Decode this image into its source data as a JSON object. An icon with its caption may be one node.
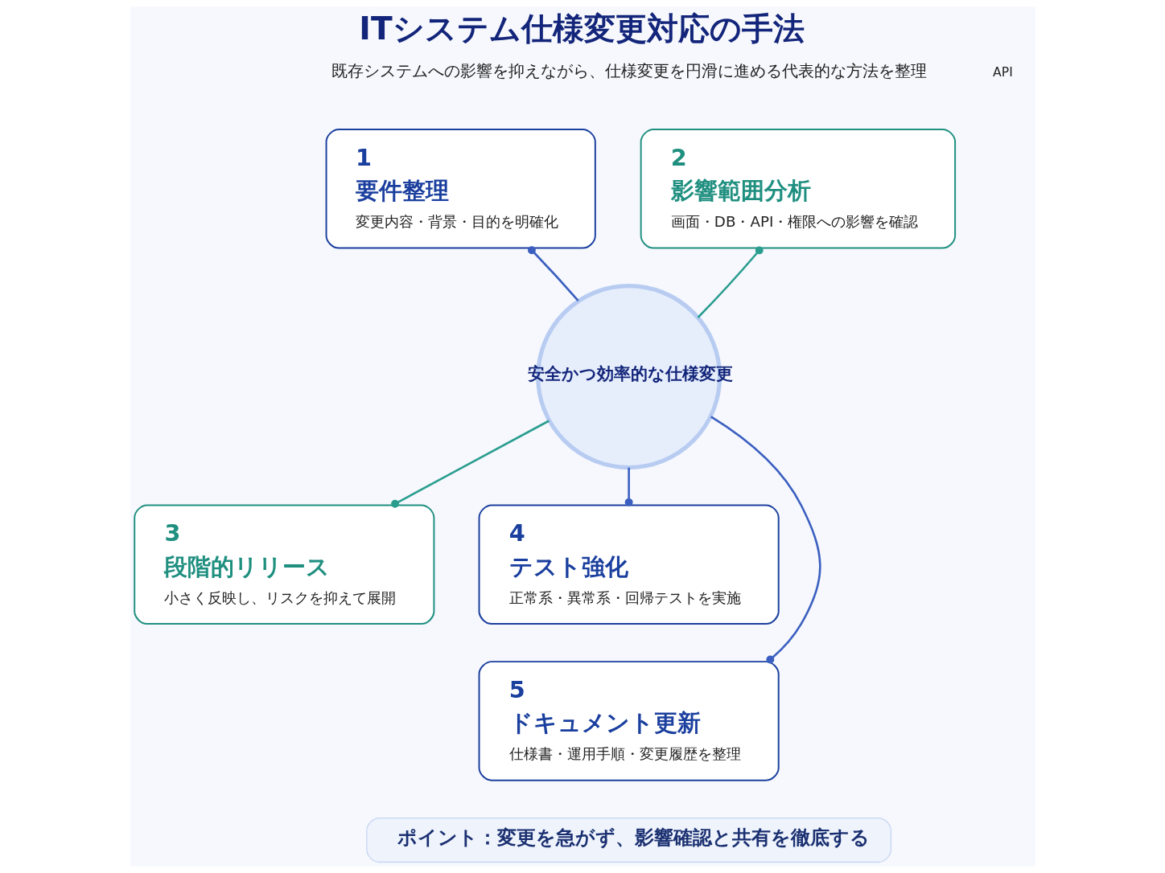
{
  "diagram": {
    "title": "ITシステム仕様変更対応の手法",
    "nodes": [
      {
        "text": [
          "安全かつ効率的な仕様変更"
        ]
      },
      {
        "text": [
          "1",
          "要件整理",
          "変更内容・背景・目的を明確化"
        ]
      },
      {
        "text": [
          "2",
          "影響範囲分析",
          "画面・DB・API・権限への影響を確認"
        ]
      },
      {
        "text": [
          "3",
          "段階的リリース",
          "小さく反映し、リスクを抑えて展開"
        ]
      },
      {
        "text": [
          "4",
          "テスト強化",
          "正常系・異常系・回帰テストを実施"
        ]
      },
      {
        "text": [
          "5",
          "ドキュメント更新",
          "仕様書・運用手順・変更履歴を整理"
        ]
      },
      {
        "text": [
          "ポイント：変更を急がず、影響確認と共有を徹底する"
        ]
      }
    ],
    "edges": [
      {
        "from": 0,
        "to": 1,
        "arrow": "other"
      },
      {
        "from": 0,
        "to": 2,
        "arrow": "other",
        "color": "#2a9d8f"
      },
      {
        "from": 0,
        "to": 3,
        "arrow": "other",
        "color": "#2a9d8f"
      },
      {
        "from": 0,
        "to": 4,
        "arrow": "other"
      },
      {
        "from": 0,
        "to": 5,
        "arrow": "other"
      }
    ],
    "labels": [
      "既存システムへの影響を抑えながら、仕様変更を円滑に進める代表的な方法を整理",
      "API"
    ]
  }
}
